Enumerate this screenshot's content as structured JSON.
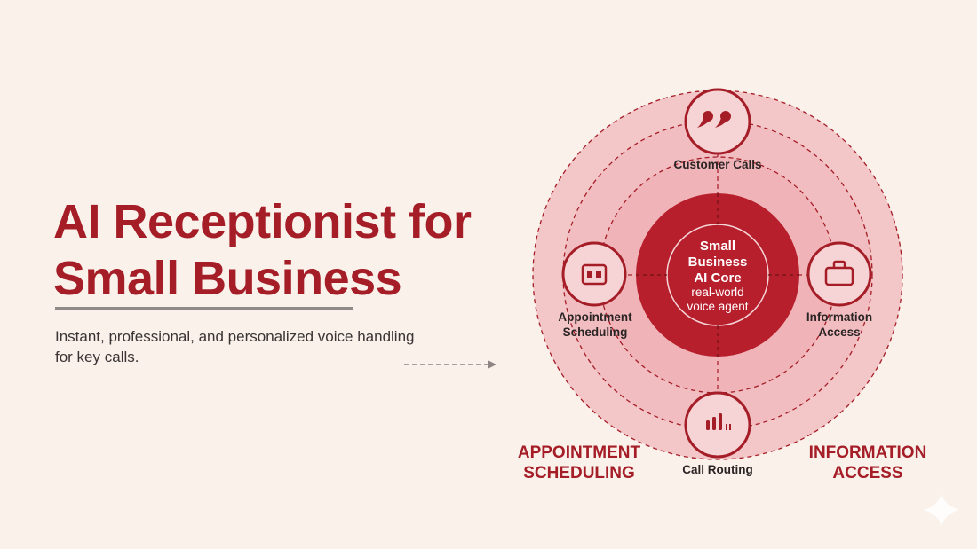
{
  "heading": {
    "title_line1": "AI Receptionist for",
    "title_line2": "Small Business",
    "subtitle_line1": "Instant, professional, and personalized voice handling",
    "subtitle_line2": "for key calls."
  },
  "core": {
    "line1": "Small",
    "line2": "Business",
    "line3": "AI Core",
    "line4": "real-world",
    "line5": "voice agent"
  },
  "nodes": {
    "top": {
      "label": "Customer Calls",
      "icon": "speech-quotes-icon"
    },
    "left": {
      "label_line1": "Appointment",
      "label_line2": "Scheduling",
      "icon": "calendar-card-icon"
    },
    "right": {
      "label_line1": "Information",
      "label_line2": "Access",
      "icon": "briefcase-icon"
    },
    "bottom": {
      "label": "Call Routing",
      "icon": "signal-bars-icon"
    }
  },
  "callouts": {
    "left_line1": "APPOINTMENT",
    "left_line2": "SCHEDULING",
    "right_line1": "INFORMATION",
    "right_line2": "ACCESS"
  },
  "colors": {
    "brand_red": "#a51d27",
    "core_red": "#b81f2c",
    "ring_fill": "#f2c2c4",
    "background": "#f9f1ea"
  }
}
